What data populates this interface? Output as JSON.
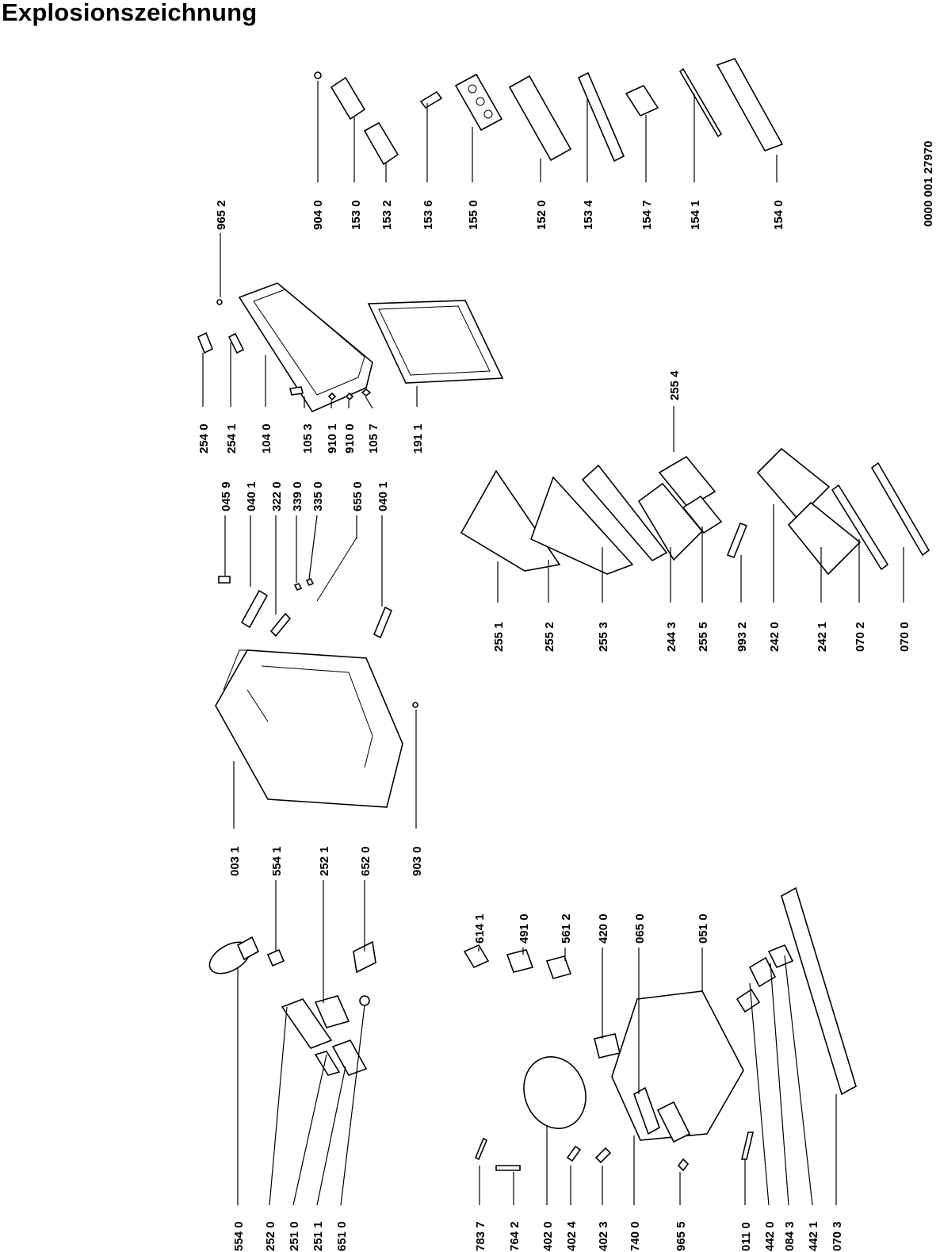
{
  "title": "Explosionszeichnung",
  "drawing_number": "0000 001 27970",
  "callouts": [
    "904 0",
    "153 0",
    "153 2",
    "153 6",
    "155 0",
    "152 0",
    "153 4",
    "154 7",
    "154 1",
    "154 0",
    "965 2",
    "254 0",
    "254 1",
    "104 0",
    "105 3",
    "910 1",
    "910 0",
    "105 7",
    "191 1",
    "255 4",
    "045 9",
    "040 1",
    "322 0",
    "339 0",
    "335 0",
    "655 0",
    "040 1",
    "255 1",
    "255 2",
    "255 3",
    "244 3",
    "255 5",
    "993 2",
    "242 0",
    "242 1",
    "070 2",
    "070 0",
    "003 1",
    "554 1",
    "252 1",
    "652 0",
    "903 0",
    "614 1",
    "491 0",
    "561 2",
    "420 0",
    "065 0",
    "051 0",
    "554 0",
    "252 0",
    "251 0",
    "251 1",
    "651 0",
    "783 7",
    "764 2",
    "402 0",
    "402 4",
    "402 3",
    "740 0",
    "965 5",
    "011 0",
    "442 0",
    "084 3",
    "442 1",
    "070 3"
  ]
}
